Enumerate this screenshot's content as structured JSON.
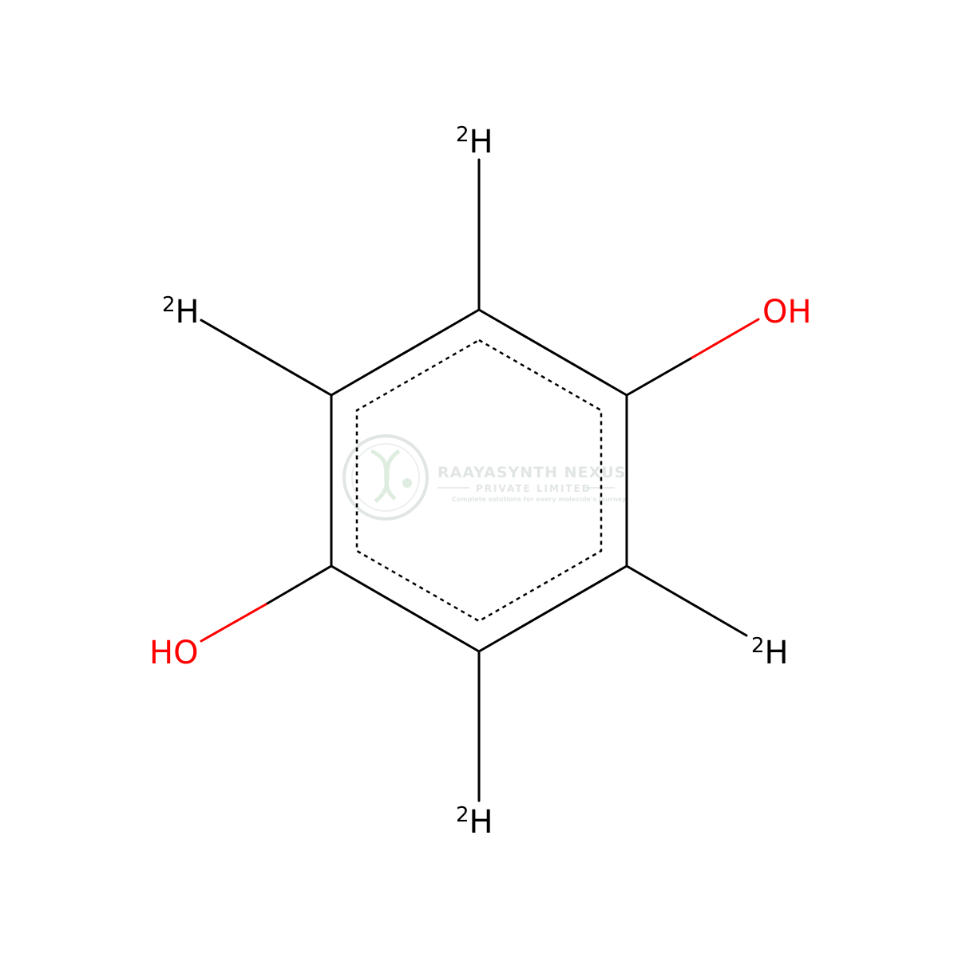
{
  "molecule": {
    "atoms": {
      "deuterium_top": {
        "mass": "2",
        "symbol": "H"
      },
      "deuterium_upper_left": {
        "mass": "2",
        "symbol": "H"
      },
      "deuterium_lower_right": {
        "mass": "2",
        "symbol": "H"
      },
      "deuterium_bottom": {
        "mass": "2",
        "symbol": "H"
      },
      "hydroxyl_right": {
        "text": "OH"
      },
      "hydroxyl_left": {
        "text": "HO"
      }
    },
    "colors": {
      "bond": "#000000",
      "carbon_label": "#000000",
      "oxygen_label": "#ff0000"
    }
  },
  "watermark": {
    "company": "RAAYASYNTH NEXUS",
    "subtitle": "PRIVATE LIMITED",
    "tagline": "Complete solutions for every molecule's journey",
    "color": "#c9d1d1",
    "accent": "#c6dfc8"
  }
}
